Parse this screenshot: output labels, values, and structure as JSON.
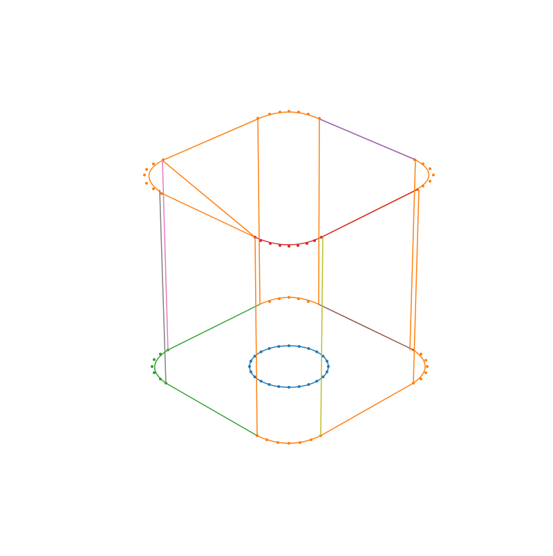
{
  "figure": {
    "kind": "3d-wireframe",
    "object": "rounded-square-box-with-circular-hole",
    "palette": {
      "background": "#ffffff",
      "orange": "#ff7f0e",
      "blue": "#1f77b4",
      "green": "#2ca02c",
      "red": "#d62728",
      "purple": "#9467bd",
      "brown": "#8c564b",
      "pink": "#e377c2",
      "gray": "#7f7f7f",
      "olive": "#bcbd22"
    },
    "curves": [
      {
        "id": "top-rim",
        "color": "orange",
        "closed": true,
        "has_vertex_markers": true
      },
      {
        "id": "top-front-right-edge",
        "color": "red",
        "closed": false,
        "has_vertex_markers": true
      },
      {
        "id": "top-back-right-edge",
        "color": "purple",
        "closed": false,
        "has_vertex_markers": false
      },
      {
        "id": "bottom-rim",
        "color": "orange",
        "closed": true,
        "has_vertex_markers": true
      },
      {
        "id": "bottom-left-edges",
        "color": "green",
        "closed": false,
        "has_vertex_markers": true
      },
      {
        "id": "bottom-back-right-edge",
        "color": "brown",
        "closed": false,
        "has_vertex_markers": false
      },
      {
        "id": "inner-hole-circle",
        "color": "blue",
        "closed": true,
        "has_vertex_markers": true
      },
      {
        "id": "vertical-lines-orange",
        "color": "orange",
        "closed": false,
        "has_vertex_markers": false
      },
      {
        "id": "vertical-line-pink",
        "color": "pink",
        "closed": false,
        "has_vertex_markers": false
      },
      {
        "id": "vertical-line-gray",
        "color": "gray",
        "closed": false,
        "has_vertex_markers": false
      },
      {
        "id": "vertical-line-olive",
        "color": "olive",
        "closed": false,
        "has_vertex_markers": false
      }
    ]
  }
}
